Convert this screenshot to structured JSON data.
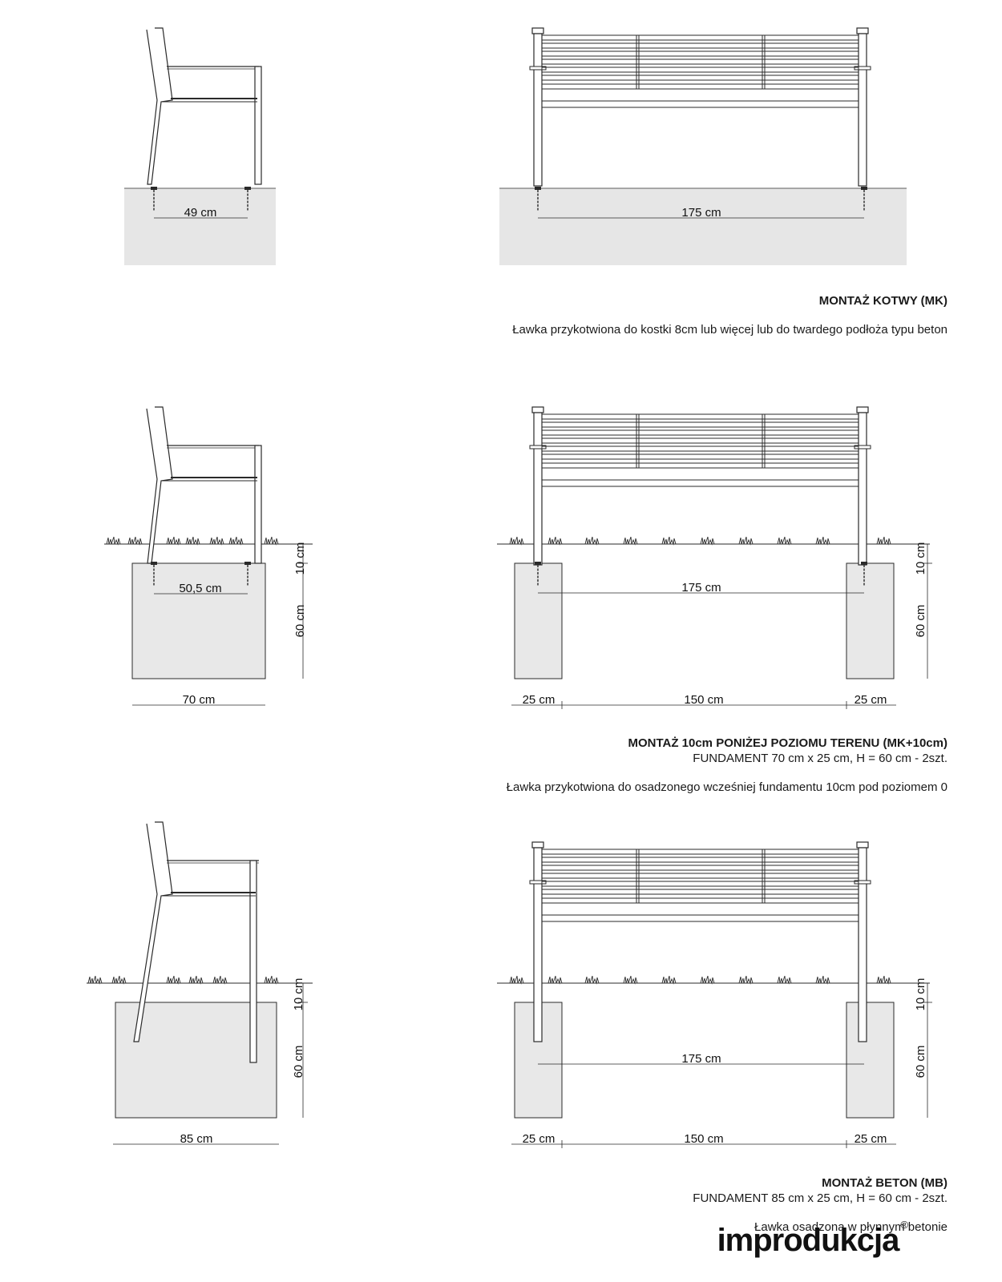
{
  "sections": [
    {
      "id": "mk",
      "title": "MONTAŻ KOTWY (MK)",
      "foundation": "",
      "description": "Ławka przykotwiona do kostki 8cm lub więcej lub do twardego podłoża typu beton",
      "side_dims": [
        "49 cm"
      ],
      "front_dims": [
        "175 cm"
      ]
    },
    {
      "id": "mk10",
      "title": "MONTAŻ 10cm PONIŻEJ POZIOMU TERENU (MK+10cm)",
      "foundation": "FUNDAMENT 70 cm x 25 cm, H = 60 cm - 2szt.",
      "description": "Ławka przykotwiona do osadzonego wcześniej fundamentu 10cm pod poziomem 0",
      "side_dims": [
        "50,5 cm",
        "70 cm",
        "10 cm",
        "60 cm"
      ],
      "front_dims": [
        "175 cm",
        "25 cm",
        "150 cm",
        "25 cm",
        "10 cm",
        "60 cm"
      ]
    },
    {
      "id": "mb",
      "title": "MONTAŻ BETON (MB)",
      "foundation": "FUNDAMENT 85 cm x 25 cm, H = 60 cm - 2szt.",
      "description": "Ławka osadzona w płynnym betonie",
      "side_dims": [
        "85 cm",
        "10 cm",
        "60 cm"
      ],
      "front_dims": [
        "175 cm",
        "25 cm",
        "150 cm",
        "25 cm",
        "10 cm",
        "60 cm"
      ]
    }
  ],
  "brand": {
    "name": "improdukcja",
    "mark": "®"
  },
  "colors": {
    "line": "#2a2a2a",
    "ground": "#e6e6e6",
    "foundation": "#e8e8e8"
  }
}
